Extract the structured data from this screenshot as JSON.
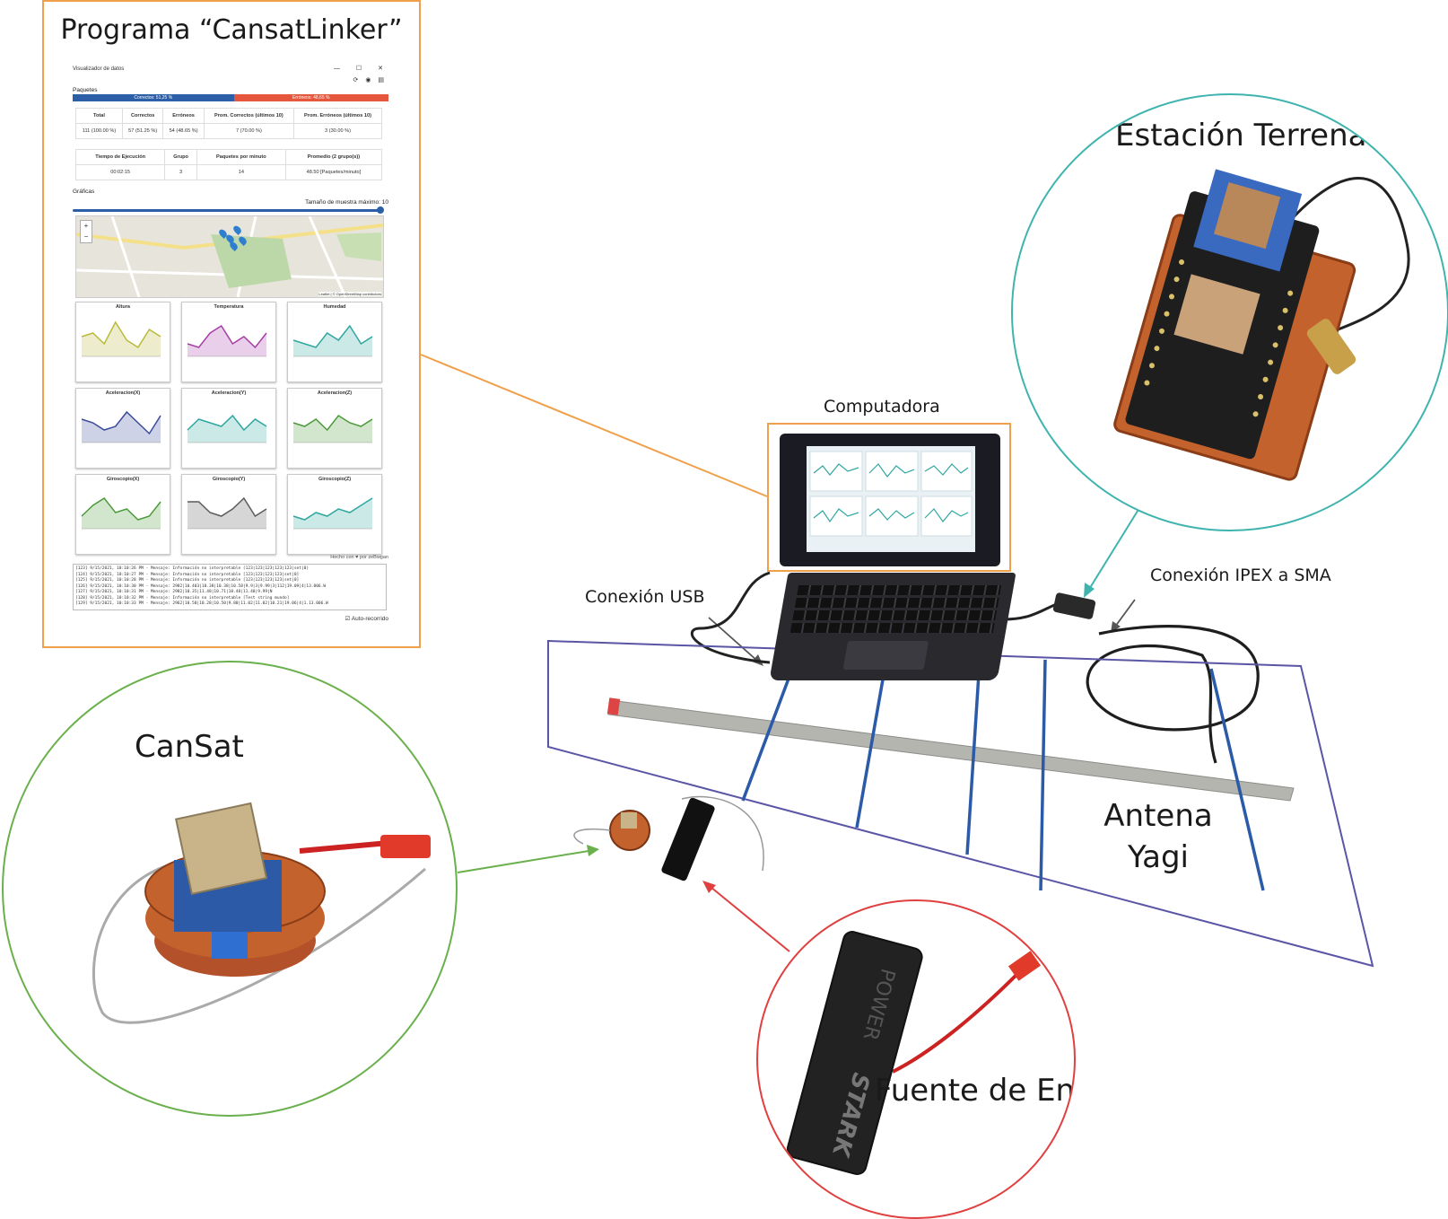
{
  "labels": {
    "program_title": "Programa “CansatLinker”",
    "ground_station": "Estación Terrena Receptora",
    "computer": "Computadora",
    "usb": "Conexión USB",
    "ipex": "Conexión IPEX a SMA",
    "cansat": "CanSat",
    "antenna": "Antena Yagi",
    "power_source": "Fuente de Energía",
    "powerbank_brand": "STARK",
    "powerbank_text": "POWER"
  },
  "colors": {
    "program_frame": "#f0a04b",
    "computer_frame": "#f0a04b",
    "ground_station_circle": "#3fb4ae",
    "cansat_circle": "#6ab04c",
    "power_circle": "#e04040",
    "antenna_frame": "#5a55a5",
    "pcb": "#c4622d",
    "antenna_rod": "#b5b5b0",
    "antenna_element": "#2b5aa8"
  },
  "app": {
    "window_title": "Visualizador de datos",
    "window_controls": "—  ☐  ✕",
    "tools": "⟳ ◉ ▤",
    "section_packets": "Paquetes",
    "bar_ok_label": "Correctos: 51,25 %",
    "bar_bad_label": "Erróneos: 48,65 %",
    "bar_ok_fraction": 0.51,
    "table1_headers": [
      "Total",
      "Correctos",
      "Erróneos",
      "Prom. Correctos (últimos 10)",
      "Prom. Erróneos (últimos 10)"
    ],
    "table1_values": [
      "111 (100.00 %)",
      "57 (51.25 %)",
      "54 (48.65 %)",
      "7 (70.00 %)",
      "3 (30.00 %)"
    ],
    "table2_headers": [
      "Tiempo de Ejecución",
      "Grupo",
      "Paquetes por minuto",
      "Promedio (2 grupo(s))"
    ],
    "table2_values": [
      "00:02:15",
      "3",
      "14",
      "48.50 [Paquetes/minuto]"
    ],
    "section_graphs": "Gráficas",
    "sample_size": "Tamaño de muestra máximo: 10",
    "map_attribution": "Leaflet | © OpenStreetMap contributors",
    "zoom_plus": "+",
    "zoom_minus": "−",
    "cards": [
      {
        "title": "Altura",
        "color": "#b9b93a"
      },
      {
        "title": "Temperatura",
        "color": "#a63fa6"
      },
      {
        "title": "Humedad",
        "color": "#2fa7a0"
      },
      {
        "title": "Aceleracion(X)",
        "color": "#3a4a9c"
      },
      {
        "title": "Aceleracion(Y)",
        "color": "#2fa7a0"
      },
      {
        "title": "Aceleracion(Z)",
        "color": "#4d9a3a"
      },
      {
        "title": "Giroscopio(X)",
        "color": "#4d9a3a"
      },
      {
        "title": "Giroscopio(Y)",
        "color": "#5a5a5a"
      },
      {
        "title": "Giroscopio(Z)",
        "color": "#2fa7a0"
      }
    ],
    "made_with": "Hecho con ♥ por zeBwgan",
    "log_lines": [
      "[123] 9/15/2021, 10:10:26 PM - Mensaje: Información no interpretable (123|123|123|123|123|set|0)",
      "[124] 9/15/2021, 10:10:27 PM - Mensaje: Información no interpretable [123|123|123|123|set|0]",
      "[125] 9/15/2021, 10:10:28 PM - Mensaje: Información no interpretable [123|123|123|123|set|0]",
      "[126] 9/15/2021, 10:10:30 PM - Mensaje: 2982|10.403|10.38|10.38|10.58|9.9|3|9.99|3|112|19.09|4|13.006.W",
      "[127] 9/15/2021, 10:10:31 PM - Mensaje: 2982|10.35|11.48|10.71|10.48|11.40|9.99|N",
      "[128] 9/15/2021, 10:10:32 PM - Mensaje: Información no interpretable [Test string mundo]",
      "[129] 9/15/2021, 10:10:33 PM - Mensaje: 2962|10.50|10.28|10.50|9.80|11.02|11.02|10.21|19.06|4|1.13.006.W"
    ],
    "auto_scroll": "☑ Auto-recorrido"
  }
}
